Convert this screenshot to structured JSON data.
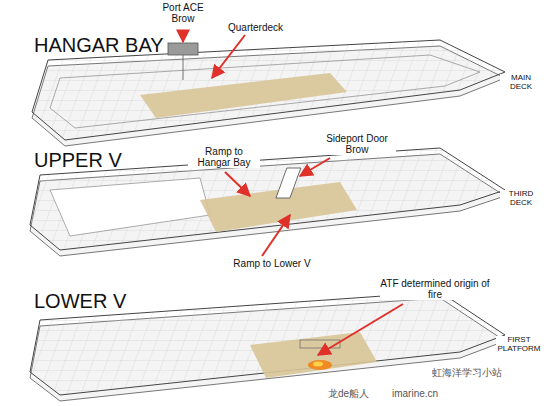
{
  "diagram": {
    "labels": [
      "HANGAR BAY",
      "Port ACE Brow",
      "Quarterdeck",
      "MAIN DECK",
      "UPPER V",
      "Ramp to Hangar Bay",
      "Sideport Door Brow",
      "Ramp to Lower V",
      "THIRD DECK",
      "LOWER V",
      "ATF determined origin of fire",
      "FIRST PLATFORM",
      "虹海洋学习小站",
      "龙de船人",
      "imarine.cn"
    ]
  }
}
